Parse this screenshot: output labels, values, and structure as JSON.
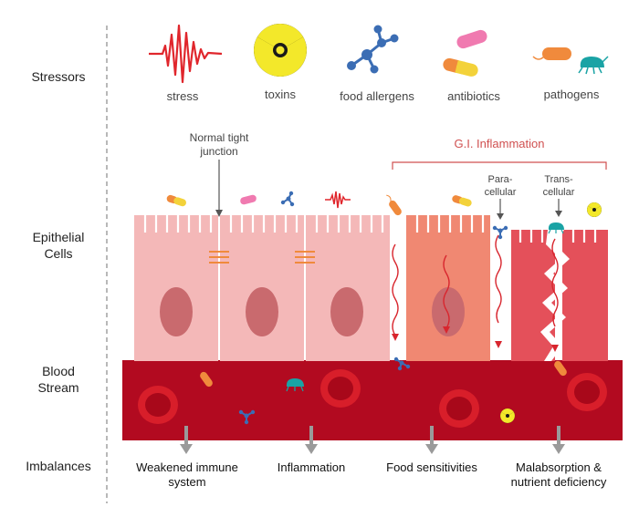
{
  "row_labels": {
    "stressors": "Stressors",
    "epithelial_line1": "Epithelial",
    "epithelial_line2": "Cells",
    "blood_line1": "Blood",
    "blood_line2": "Stream",
    "imbalances": "Imbalances"
  },
  "stressors": [
    {
      "label": "stress",
      "icon": "stress-waveform-icon"
    },
    {
      "label": "toxins",
      "icon": "radiation-icon"
    },
    {
      "label": "food allergens",
      "icon": "molecule-icon"
    },
    {
      "label": "antibiotics",
      "icon": "pill-capsule-icon"
    },
    {
      "label": "pathogens",
      "icon": "bacteria-icon"
    }
  ],
  "annotations": {
    "normal_tight_junction_line1": "Normal tight",
    "normal_tight_junction_line2": "junction",
    "gi_inflammation": "G.I. Inflammation",
    "paracellular_line1": "Para-",
    "paracellular_line2": "cellular",
    "transcellular_line1": "Trans-",
    "transcellular_line2": "cellular"
  },
  "imbalances": {
    "weakened_line1": "Weakened immune",
    "weakened_line2": "system",
    "inflammation": "Inflammation",
    "food_sensitivities": "Food sensitivities",
    "malabsorption_line1": "Malabsorption &",
    "malabsorption_line2": "nutrient deficiency"
  },
  "colors": {
    "healthy_cell": "#f4b8b8",
    "inflamed_cell": "#f08872",
    "damaged_cell": "#e4505a",
    "nucleus": "#c96a6e",
    "blood": "#b20a20",
    "blood_cell": "#d81e2a",
    "stress_red": "#e0262c",
    "allergen_blue": "#3b6db4",
    "pill_pink": "#f07ab0",
    "pill_orange": "#f08a3c",
    "pill_yellow": "#f3d23a",
    "pathogen_teal": "#1aa3a5",
    "gi_line": "#d05050",
    "arrow_gray": "#9a9a9a",
    "divider_gray": "#888888"
  }
}
